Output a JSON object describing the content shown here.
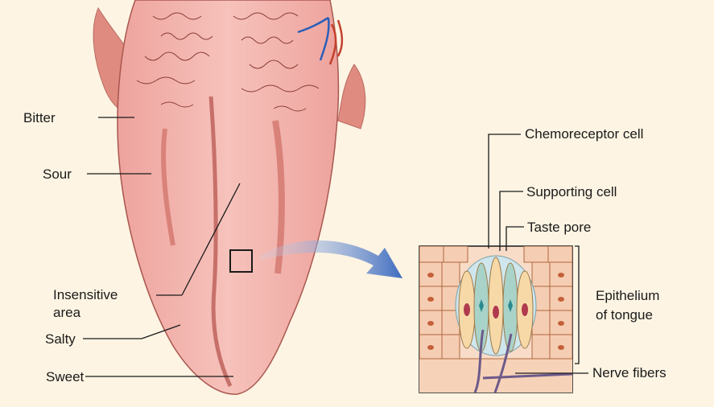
{
  "tongue_labels": {
    "bitter": "Bitter",
    "sour": "Sour",
    "insensitive_line1": "Insensitive",
    "insensitive_line2": "area",
    "salty": "Salty",
    "sweet": "Sweet"
  },
  "taste_bud_labels": {
    "chemoreceptor": "Chemoreceptor cell",
    "supporting": "Supporting cell",
    "taste_pore": "Taste pore",
    "epithelium_line1": "Epithelium",
    "epithelium_line2": "of tongue",
    "nerve_fibers": "Nerve fibers"
  },
  "colors": {
    "background": "#fdf4e3",
    "tongue_fill": "#f2b8b2",
    "tongue_shade": "#e58a86",
    "arrow": "#5b7fc4",
    "supporting_cell": "#f7d9a8",
    "chemoreceptor_cell": "#a9d3c8",
    "nerve": "#6d5a8a"
  }
}
